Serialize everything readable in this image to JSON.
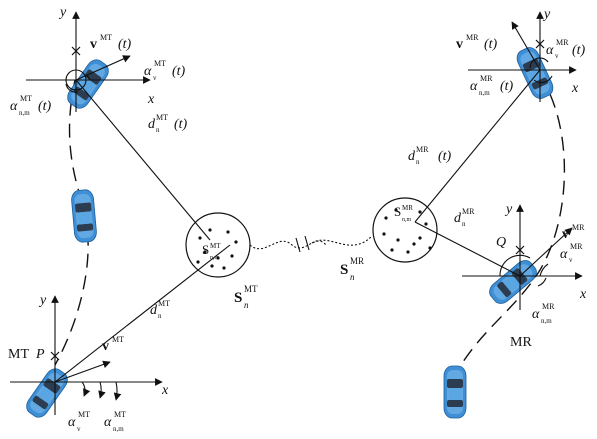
{
  "axis_labels": {
    "x": "x",
    "y": "y"
  },
  "colors": {
    "car_body": "#3f8fd6",
    "car_light": "#7fc0ee",
    "car_window": "#2c3d52",
    "stroke": "#111111"
  },
  "nodes": {
    "mt_name": "MT",
    "mt_point": "P",
    "mr_name": "MR",
    "mr_point": "Q"
  },
  "labels": {
    "v_mt_t_base": "v",
    "v_mt_t_sup": "MT",
    "v_mt_t_arg": "(t)",
    "alpha_v_mt_t_base": "α",
    "alpha_v_mt_t_sub": "v",
    "alpha_v_mt_t_sup": "MT",
    "alpha_v_mt_t_arg": "(t)",
    "alpha_nm_mt_t_base": "α",
    "alpha_nm_mt_t_sub": "n,m",
    "alpha_nm_mt_t_sup": "MT",
    "alpha_nm_mt_t_arg": "(t)",
    "d_mt_t_base": "d",
    "d_mt_t_sub": "n",
    "d_mt_t_sup": "MT",
    "d_mt_t_arg": "(t)",
    "v_mr_t_base": "v",
    "v_mr_t_sup": "MR",
    "v_mr_t_arg": "(t)",
    "alpha_v_mr_t_base": "α",
    "alpha_v_mr_t_sub": "v",
    "alpha_v_mr_t_sup": "MR",
    "alpha_v_mr_t_arg": "(t)",
    "alpha_nm_mr_t_base": "α",
    "alpha_nm_mr_t_sub": "n,m",
    "alpha_nm_mr_t_sup": "MR",
    "alpha_nm_mr_t_arg": "(t)",
    "d_mr_t_base": "d",
    "d_mr_t_sub": "n",
    "d_mr_t_sup": "MR",
    "d_mr_t_arg": "(t)",
    "d_mt_base": "d",
    "d_mt_sub": "n",
    "d_mt_sup": "MT",
    "d_mr_base": "d",
    "d_mr_sub": "n",
    "d_mr_sup": "MR",
    "s_mt_base": "S",
    "s_mt_sub": "n",
    "s_mt_sup": "MT",
    "s_mr_base": "S",
    "s_mr_sub": "n",
    "s_mr_sup": "MR",
    "s_nm_mt_base": "S",
    "s_nm_mt_sub": "n,m",
    "s_nm_mt_sup": "MT",
    "s_nm_mr_base": "S",
    "s_nm_mr_sub": "n,m",
    "s_nm_mr_sup": "MR",
    "v_mt_base": "v",
    "v_mt_sup": "MT",
    "alpha_v_mt_base": "α",
    "alpha_v_mt_sub": "v",
    "alpha_v_mt_sup": "MT",
    "alpha_nm_mt_base": "α",
    "alpha_nm_mt_sub": "n,m",
    "alpha_nm_mt_sup": "MT",
    "v_mr_base": "v",
    "v_mr_sup": "MR",
    "alpha_v_mr_base": "α",
    "alpha_v_mr_sub": "v",
    "alpha_v_mr_sup": "MR",
    "alpha_nm_mr_base": "α",
    "alpha_nm_mr_sub": "n,m",
    "alpha_nm_mr_sup": "MR"
  }
}
